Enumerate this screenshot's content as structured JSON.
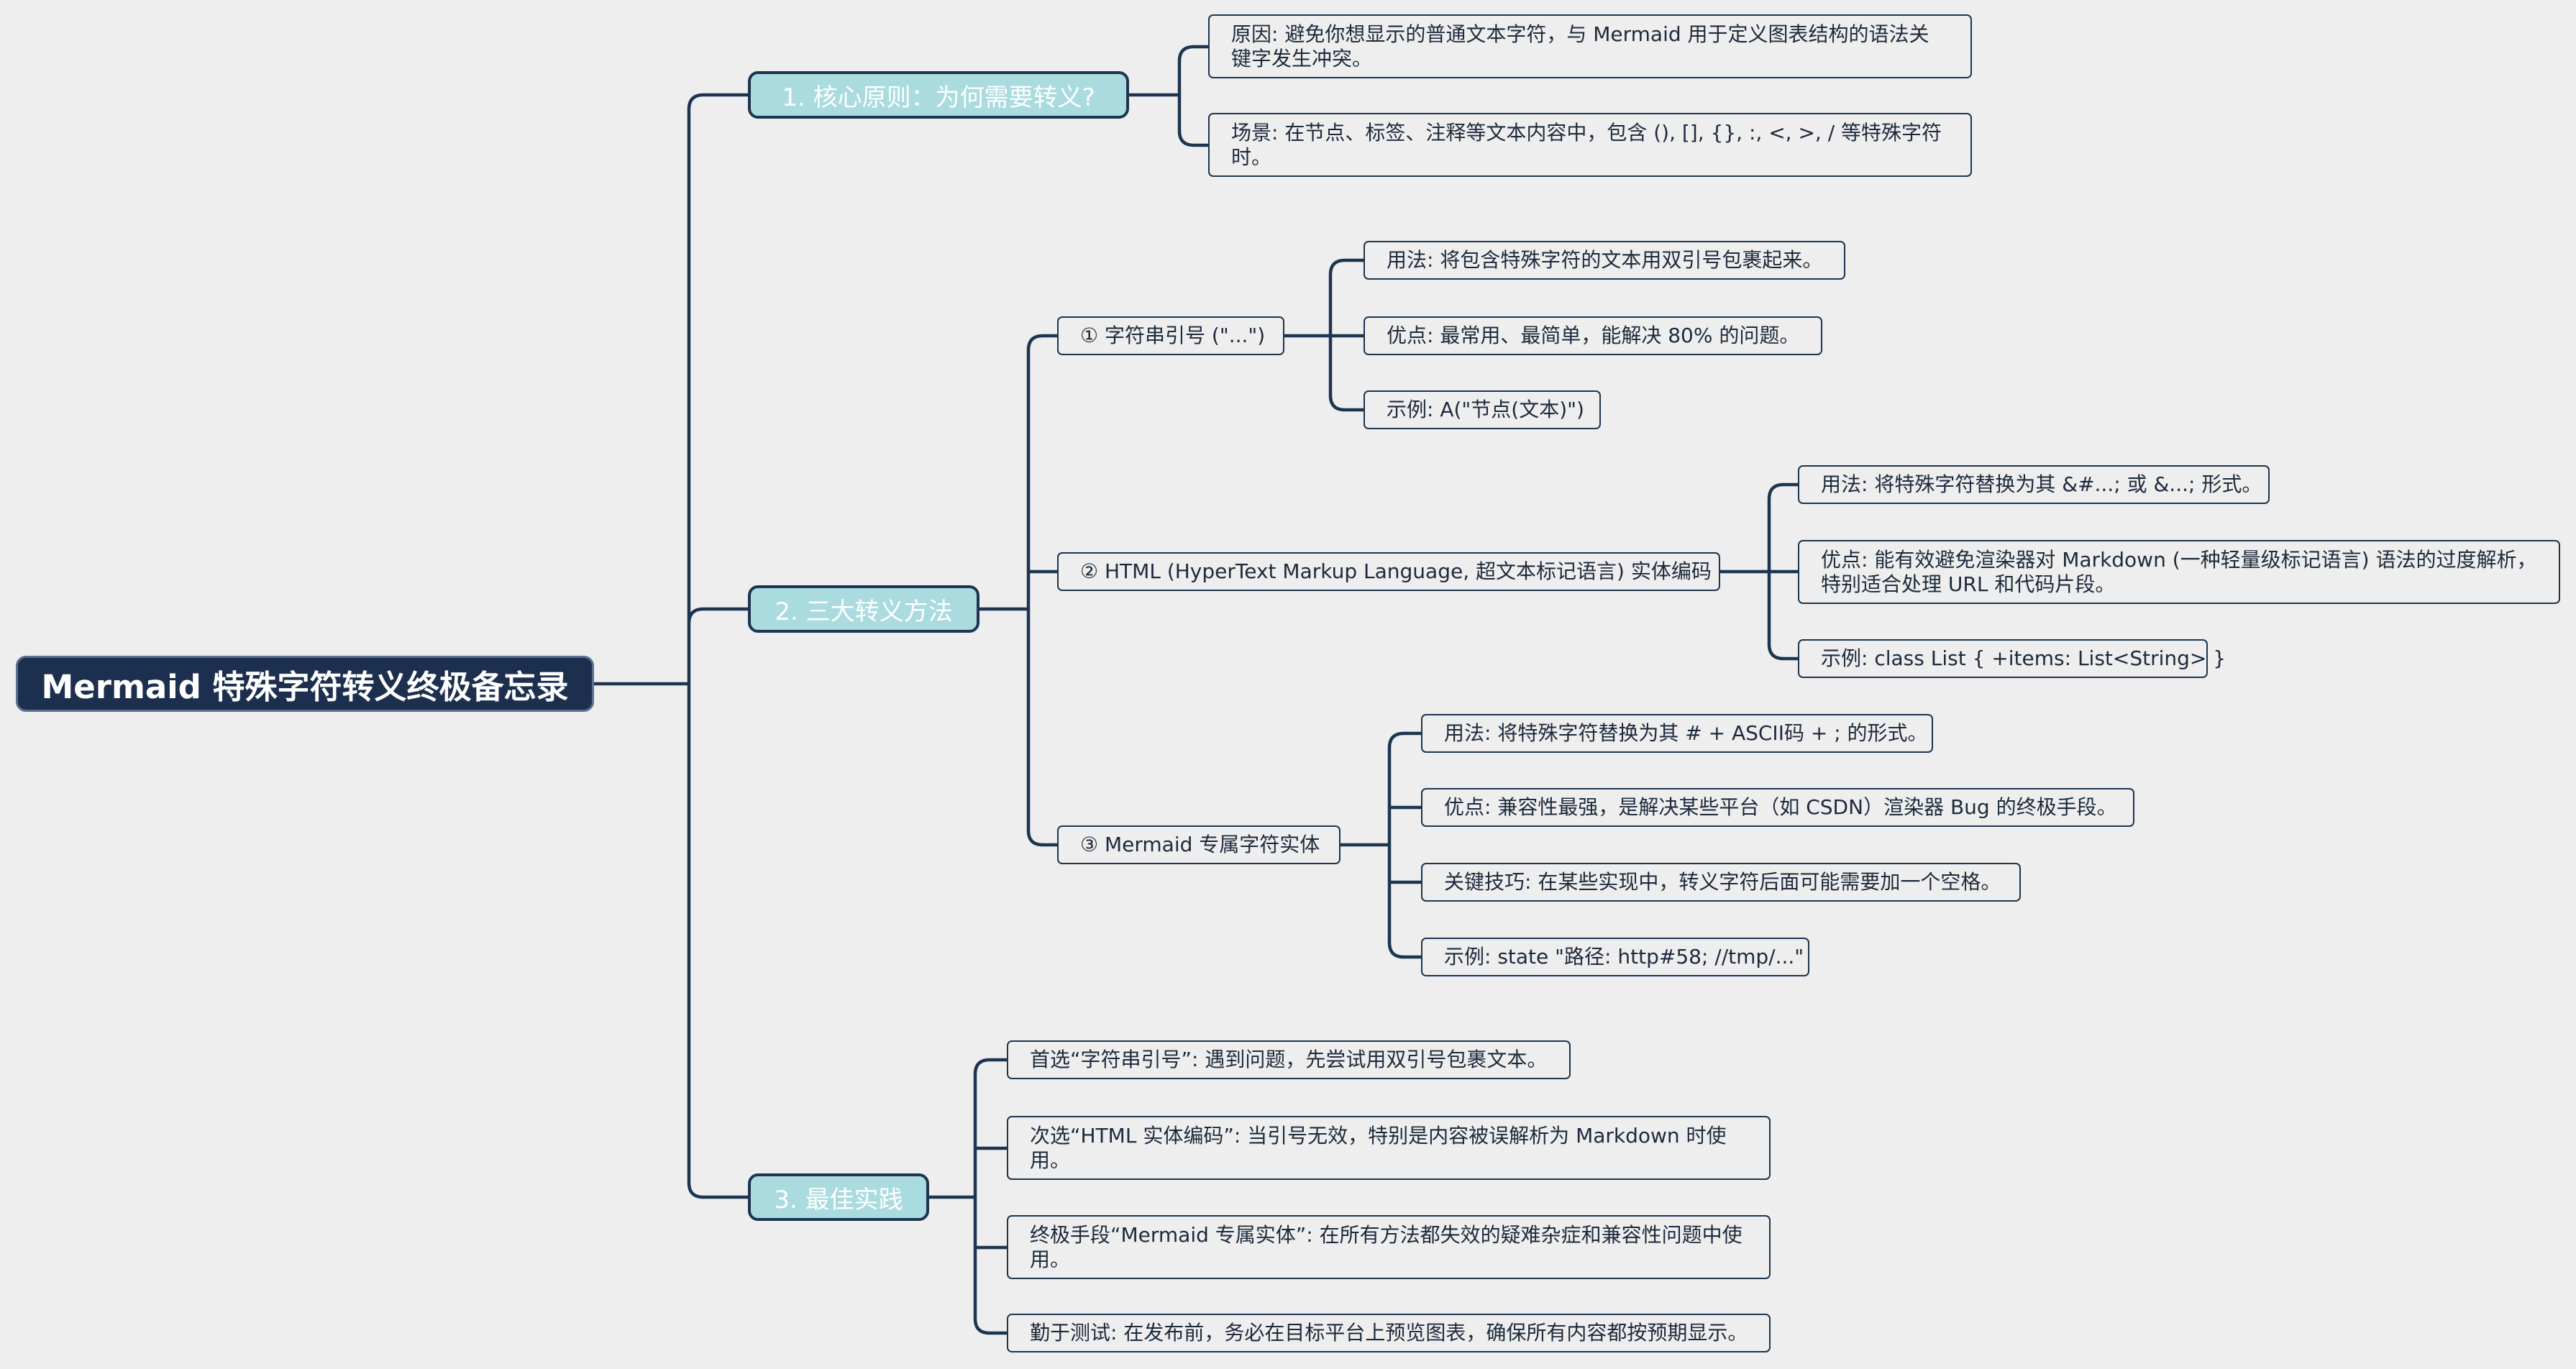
{
  "root": "Mermaid 特殊字符转义终极备忘录",
  "sections": [
    {
      "title": "1. 核心原则：为何需要转义?",
      "items": [
        "原因: 避免你想显示的普通文本字符，与 Mermaid 用于定义图表结构的语法关键字发生冲突。",
        "场景: 在节点、标签、注释等文本内容中，包含 (), [], {}, :, <, >, / 等特殊字符时。"
      ]
    },
    {
      "title": "2. 三大转义方法",
      "methods": [
        {
          "title": "① 字符串引号 (\"...\")",
          "items": [
            "用法: 将包含特殊字符的文本用双引号包裹起来。",
            "优点: 最常用、最简单，能解决 80% 的问题。",
            "示例: A(\"节点(文本)\")"
          ]
        },
        {
          "title": "② HTML (HyperText Markup Language, 超文本标记语言) 实体编码",
          "items": [
            "用法: 将特殊字符替换为其 &#...; 或 &...; 形式。",
            "优点: 能有效避免渲染器对 Markdown (一种轻量级标记语言) 语法的过度解析，特别适合处理 URL 和代码片段。",
            "示例: class List { +items: List<String> }"
          ]
        },
        {
          "title": "③ Mermaid 专属字符实体",
          "items": [
            "用法: 将特殊字符替换为其 # + ASCII码 + ; 的形式。",
            "优点: 兼容性最强，是解决某些平台（如 CSDN）渲染器 Bug 的终极手段。",
            "关键技巧: 在某些实现中，转义字符后面可能需要加一个空格。",
            "示例: state \"路径: http#58; //tmp/...\""
          ]
        }
      ]
    },
    {
      "title": "3. 最佳实践",
      "items": [
        "首选“字符串引号”: 遇到问题，先尝试用双引号包裹文本。",
        "次选“HTML 实体编码”: 当引号无效，特别是内容被误解析为 Markdown 时使用。",
        "终极手段“Mermaid 专属实体”: 在所有方法都失效的疑难杂症和兼容性问题中使用。",
        "勤于测试: 在发布前，务必在目标平台上预览图表，确保所有内容都按预期显示。"
      ]
    }
  ],
  "colors": {
    "background": "#eeeeee",
    "root_fill": "#1d2f4e",
    "main_fill": "#a9dbdf",
    "line": "#1d3550"
  }
}
